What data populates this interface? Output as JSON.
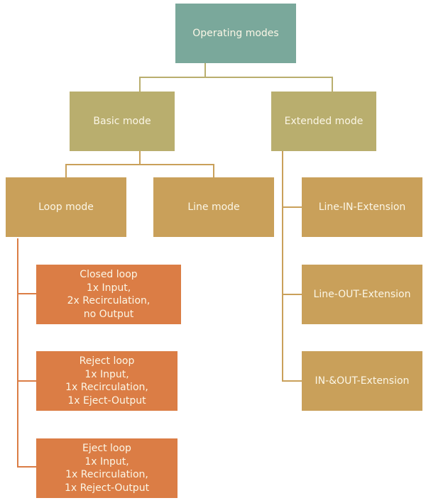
{
  "colors": {
    "root": "#7aa89b",
    "level1": "#b9ae6e",
    "level2": "#c9a05a",
    "level3": "#db7d45",
    "text": "#fbf6e6"
  },
  "root": {
    "label": "Operating modes"
  },
  "basic": {
    "label": "Basic mode"
  },
  "extended": {
    "label": "Extended mode"
  },
  "loop": {
    "label": "Loop mode"
  },
  "line": {
    "label": "Line mode"
  },
  "loops": [
    {
      "lines": [
        "Closed loop",
        "1x Input,",
        "2x Recirculation,",
        "no Output"
      ]
    },
    {
      "lines": [
        "Reject loop",
        "1x Input,",
        "1x Recirculation,",
        "1x Eject-Output"
      ]
    },
    {
      "lines": [
        "Eject loop",
        "1x Input,",
        "1x Recirculation,",
        "1x Reject-Output"
      ]
    }
  ],
  "extensions": [
    {
      "label": "Line-IN-Extension"
    },
    {
      "label": "Line-OUT-Extension"
    },
    {
      "label": "IN-&OUT-Extension"
    }
  ]
}
